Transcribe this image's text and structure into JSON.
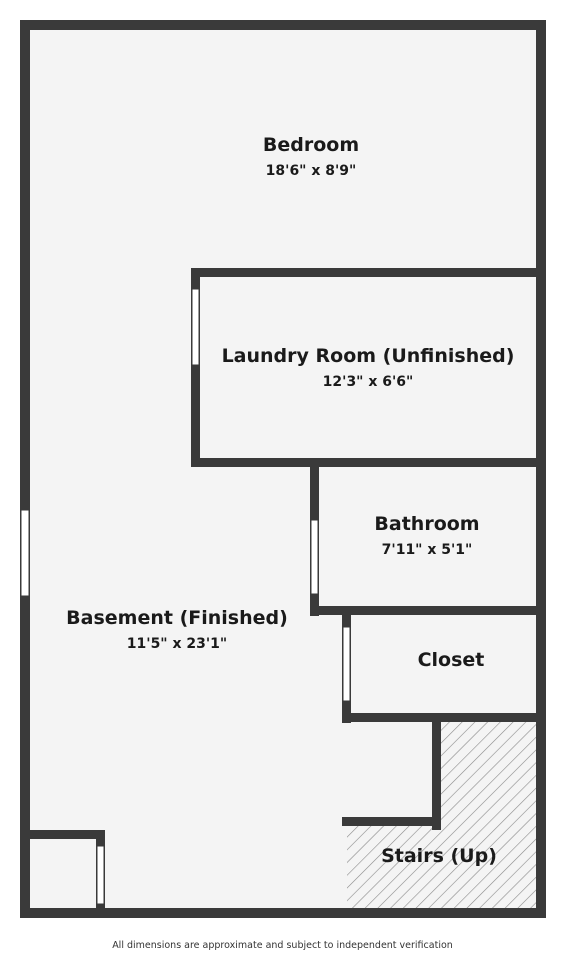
{
  "rooms": {
    "bedroom": {
      "name": "Bedroom",
      "dims": "18'6\" x 8'9\""
    },
    "laundry": {
      "name": "Laundry Room (Unfinished)",
      "dims": "12'3\" x 6'6\""
    },
    "bathroom": {
      "name": "Bathroom",
      "dims": "7'11\" x 5'1\""
    },
    "basement": {
      "name": "Basement (Finished)",
      "dims": "11'5\" x 23'1\""
    },
    "closet": {
      "name": "Closet"
    },
    "stairs": {
      "name": "Stairs (Up)"
    }
  },
  "footer": {
    "disclaimer": "All dimensions are approximate and subject to independent verification"
  },
  "colors": {
    "wall": "#3a3a3a",
    "floor": "#f4f4f4",
    "hatch": "#888888"
  }
}
